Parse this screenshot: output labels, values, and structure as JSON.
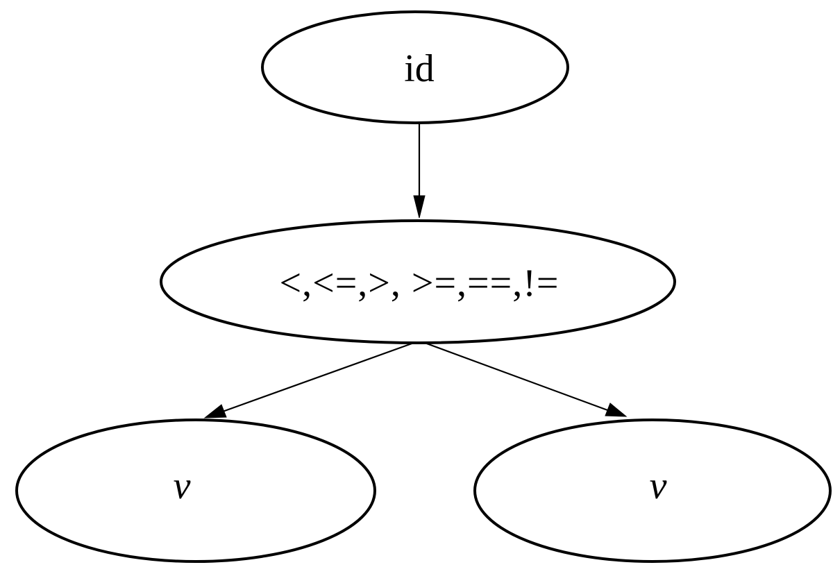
{
  "diagram": {
    "nodes": {
      "root": {
        "label": "id"
      },
      "operators": {
        "label": "<,<=,>, >=,==,!="
      },
      "left_value": {
        "label": "v"
      },
      "right_value": {
        "label": "v"
      }
    },
    "edges": [
      {
        "from": "root",
        "to": "operators"
      },
      {
        "from": "operators",
        "to": "left_value"
      },
      {
        "from": "operators",
        "to": "right_value"
      }
    ],
    "colors": {
      "stroke": "#000000",
      "fill": "#ffffff",
      "background": "#ffffff"
    }
  }
}
